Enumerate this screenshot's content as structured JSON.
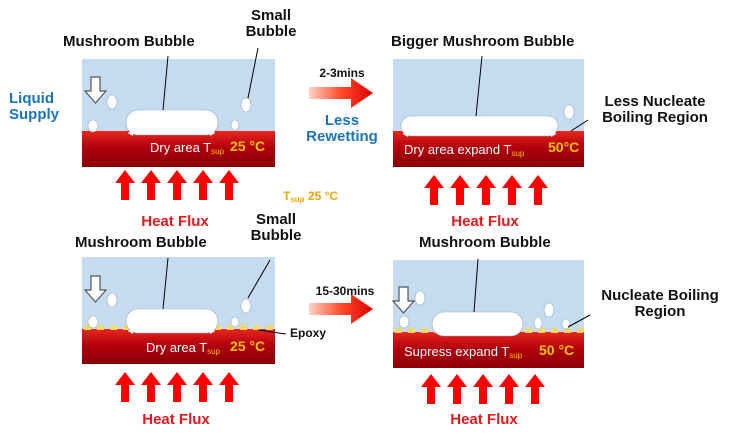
{
  "panels": {
    "top_left": {
      "mushroom_label": "Mushroom Bubble",
      "small_label_1": "Small",
      "small_label_2": "Bubble",
      "dry_text": "Dry area T",
      "sub": "sup",
      "temp": "25 °C"
    },
    "top_right": {
      "mushroom_label": "Bigger Mushroom Bubble",
      "region_label_1": "Less Nucleate",
      "region_label_2": "Boiling Region",
      "dry_text": "Dry area expand  T",
      "sub": "sup",
      "temp": "50°C"
    },
    "bottom_left": {
      "mushroom_label": "Mushroom Bubble",
      "small_label_1": "Small",
      "small_label_2": "Bubble",
      "dry_text": "Dry area T",
      "sub": "sup",
      "temp": "25 °C",
      "epoxy_label": "Epoxy"
    },
    "bottom_right": {
      "mushroom_label": "Mushroom Bubble",
      "region_label_1": "Nucleate Boiling",
      "region_label_2": "Region",
      "dry_text": "Supress expand  T",
      "sub": "sup",
      "temp": "50 °C"
    }
  },
  "left_labels": {
    "line1": "Liquid",
    "line2": "Supply"
  },
  "transitions": {
    "top_time": "2-3mins",
    "top_note_1": "Less",
    "top_note_2": "Rewetting",
    "bottom_time": "15-30mins"
  },
  "middle_note": {
    "main": "T",
    "sub": "sup",
    "rest": " 25 °C"
  },
  "heat_flux_label": "Heat Flux",
  "colors": {
    "liquid": "#c5dcf0",
    "heater_dark": "#a8000a",
    "heater_light": "#d91c1c",
    "heat_arrow": "#ff0000",
    "epoxy": "#f5d76e",
    "blue_text": "#1b75bc",
    "temp_text": "#f6c400",
    "red_text": "#e8181c"
  }
}
